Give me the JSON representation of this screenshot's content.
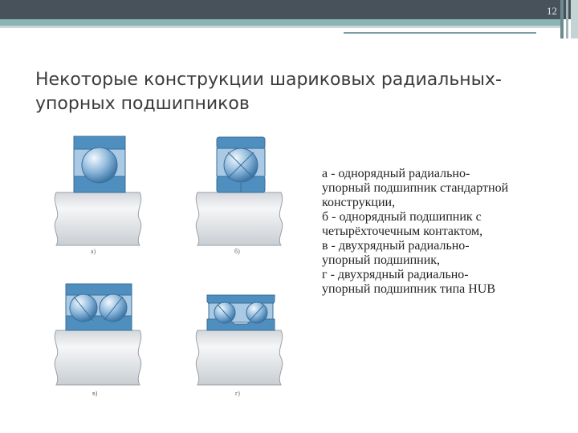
{
  "page_number": "12",
  "title_lines": [
    "Некоторые конструкции шариковых радиальных-",
    "упорных подшипников"
  ],
  "description_lines": [
    "а - однорядный радиально-",
    "упорный подшипник стандартной",
    "конструкции,",
    "б - однорядный подшипник с",
    "четырёхточечным контактом,",
    "в - двухрядный радиально-",
    "упорный подшипник,",
    "г -  двухрядный радиально-",
    "упорный подшипник типа HUB"
  ],
  "figure_labels": [
    "а)",
    "б)",
    "в)",
    "г)"
  ],
  "colors": {
    "ring_blue": "#4f8fc0",
    "ring_light": "#a9c9e4",
    "ball": "#8fb9dc",
    "shaft": "#e9ecef",
    "header_dark": "#47525a",
    "header_accent": "#8bb4b4"
  }
}
